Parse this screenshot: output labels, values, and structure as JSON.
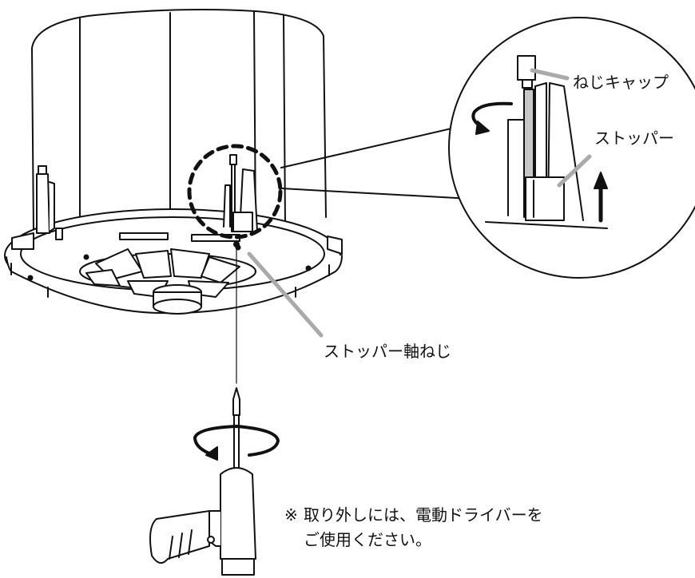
{
  "labels": {
    "screw_cap": "ねじキャップ",
    "stopper": "ストッパー",
    "stopper_axis_screw": "ストッパー軸ねじ"
  },
  "note": {
    "mark": "※",
    "line1": "取り外しには、電動ドライバーを",
    "line2": "ご使用ください。"
  },
  "icons": {
    "rotation": "rotate-arrow-icon",
    "direction": "up-arrow-icon",
    "tool": "electric-screwdriver-icon"
  }
}
